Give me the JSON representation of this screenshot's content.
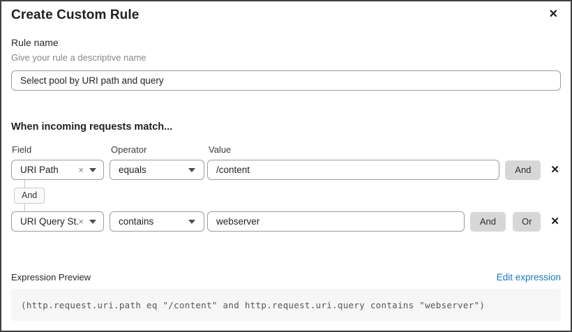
{
  "dialog": {
    "title": "Create Custom Rule"
  },
  "icons": {
    "close": "✕",
    "clear": "×",
    "remove": "✕"
  },
  "rule_name": {
    "label": "Rule name",
    "hint": "Give your rule a descriptive name",
    "value": "Select pool by URI path and query"
  },
  "match_section": {
    "heading": "When incoming requests match...",
    "columns": {
      "field": "Field",
      "operator": "Operator",
      "value": "Value"
    },
    "connector_label": "And",
    "rows": [
      {
        "field": "URI Path",
        "operator": "equals",
        "value": "/content",
        "and_label": "And"
      },
      {
        "field": "URI Query St...",
        "operator": "contains",
        "value": "webserver",
        "and_label": "And",
        "or_label": "Or"
      }
    ]
  },
  "expression": {
    "label": "Expression Preview",
    "edit_link": "Edit expression",
    "code": "(http.request.uri.path eq \"/content\" and http.request.uri.query contains \"webserver\")"
  },
  "colors": {
    "link_blue": "#1779c2",
    "button_gray": "#d7d7d8",
    "code_background": "#f6f6f7",
    "input_border": "#9b9ca1",
    "frame_border": "#404040"
  }
}
